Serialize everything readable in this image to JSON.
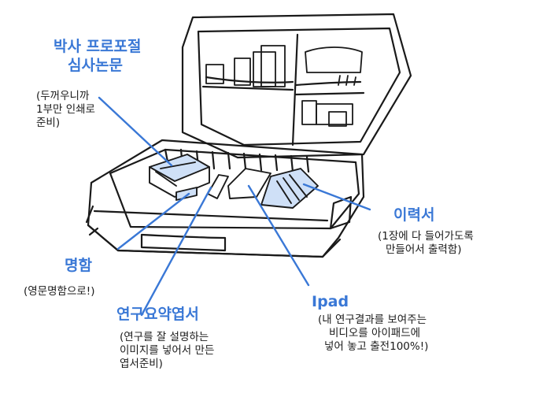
{
  "colors": {
    "ink": "#1a1a1a",
    "accent_blue": "#3a78d6",
    "paper": "#ffffff",
    "highlight": "#cfe0f7"
  },
  "labels": {
    "proposal": {
      "title_l1": "박사 프로포절",
      "title_l2": "심사논문",
      "note_l1": "(두꺼우니까",
      "note_l2": "1부만 인쇄로",
      "note_l3": "준비)"
    },
    "resume": {
      "title": "이력서",
      "note_l1": "(1장에 다 들어가도록",
      "note_l2": "만들어서 출력함)"
    },
    "namecard": {
      "title": "명함",
      "note": "(영문명함으로!)"
    },
    "research": {
      "title": "연구요약엽서",
      "note_l1": "(연구를 잘 설명하는",
      "note_l2": "이미지를 넣어서 만든",
      "note_l3": "엽서준비)"
    },
    "ipad": {
      "title": "Ipad",
      "note_l1": "(내 연구결과를 보여주는",
      "note_l2": "비디오를 아이패드에",
      "note_l3": "넣어 놓고 출전100%!)"
    }
  }
}
